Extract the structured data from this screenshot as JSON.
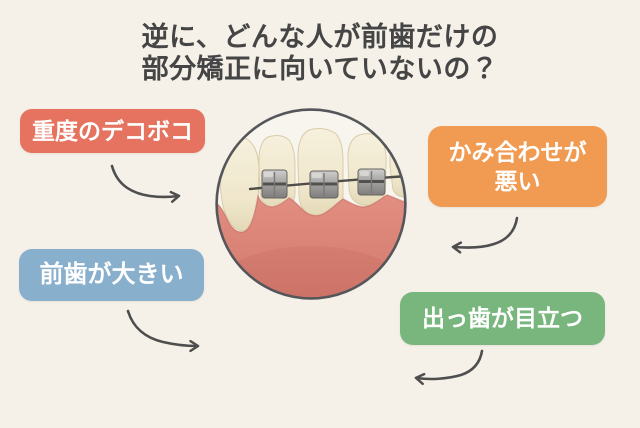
{
  "title": {
    "line1": "逆に、どんな人が前歯だけの",
    "line2": "部分矯正に向いていないの？"
  },
  "labels": {
    "severe_crowding": {
      "text": "重度のデコボコ",
      "color": "#e5735f"
    },
    "bad_bite": {
      "line1": "かみ合わせが",
      "line2": "悪い",
      "color": "#f09a52"
    },
    "large_front_teeth": {
      "text": "前歯が大きい",
      "color": "#88afcc"
    },
    "protruding_teeth": {
      "text": "出っ歯が目立つ",
      "color": "#79b67e"
    }
  },
  "illustration": {
    "name": "teeth-with-braces",
    "shape": "circle"
  },
  "icons": {
    "arrow_from_severe_crowding": "curved-arrow-right",
    "arrow_from_bad_bite": "curved-arrow-left",
    "arrow_from_large_front_teeth": "curved-arrow-right",
    "arrow_from_protruding_teeth": "curved-arrow-left"
  },
  "colors": {
    "background": "#f5f1e9",
    "title_text": "#454545",
    "label_text": "#ffffff",
    "severe_crowding_bg": "#e5735f",
    "bad_bite_bg": "#f09a52",
    "large_front_teeth_bg": "#88afcc",
    "protruding_teeth_bg": "#79b67e",
    "arrow": "#4e4e4e",
    "circle_border": "#54565a",
    "gum": "#d98276",
    "tooth": "#f0e8ce",
    "bracket_metal": "#a6a5a3"
  }
}
